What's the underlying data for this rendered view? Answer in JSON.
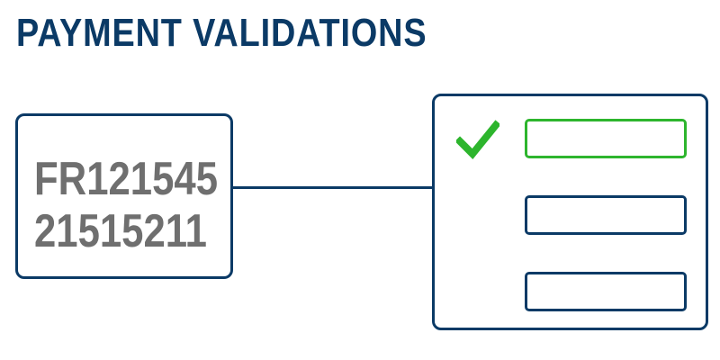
{
  "title": "PAYMENT VALIDATIONS",
  "iban": {
    "line1": "FR121545",
    "line2": "21515211"
  },
  "validation_panel": {
    "fields": [
      {
        "status": "valid",
        "icon": "checkmark-icon"
      },
      {
        "status": "pending",
        "icon": ""
      },
      {
        "status": "pending",
        "icon": ""
      }
    ]
  },
  "colors": {
    "title": "#0b3a66",
    "border": "#0b3a66",
    "iban_text": "#6f6f6f",
    "valid": "#2db52d"
  }
}
